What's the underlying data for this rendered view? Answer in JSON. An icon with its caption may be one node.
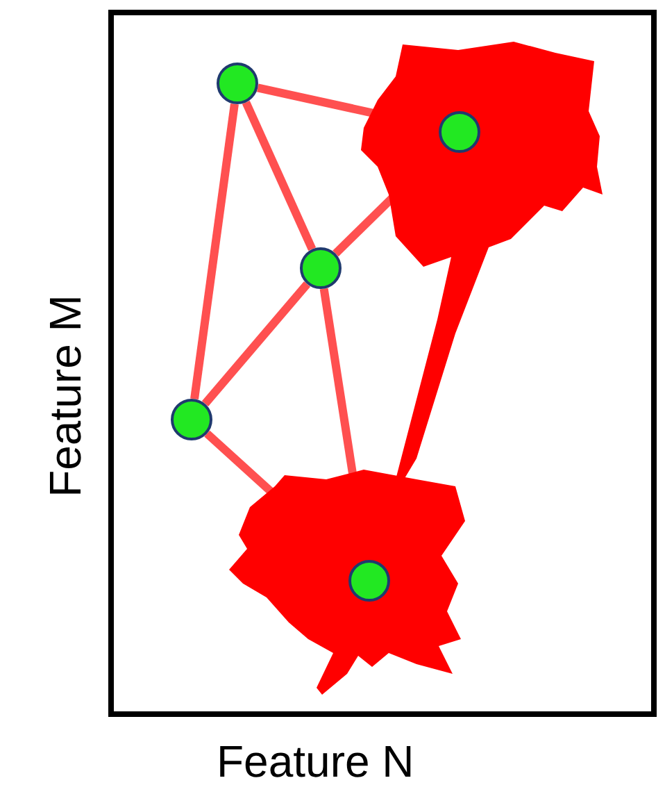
{
  "diagram": {
    "nodes": [
      {
        "text": [],
        "shape": "circle"
      },
      {
        "text": [],
        "shape": "circle"
      },
      {
        "text": [],
        "shape": "circle"
      },
      {
        "text": [],
        "shape": "circle"
      },
      {
        "text": [],
        "shape": "circle"
      }
    ],
    "edges": [
      {
        "from": 0,
        "to": 1,
        "arrow": "none"
      },
      {
        "from": 0,
        "to": 2,
        "arrow": "none"
      },
      {
        "from": 0,
        "to": 3,
        "arrow": "none"
      },
      {
        "from": 2,
        "to": 1,
        "arrow": "none"
      },
      {
        "from": 2,
        "to": 3,
        "arrow": "none"
      },
      {
        "from": 2,
        "to": 4,
        "arrow": "none"
      },
      {
        "from": 3,
        "to": 4,
        "arrow": "none"
      }
    ],
    "labels": [
      "Feature M",
      "Feature N"
    ]
  }
}
